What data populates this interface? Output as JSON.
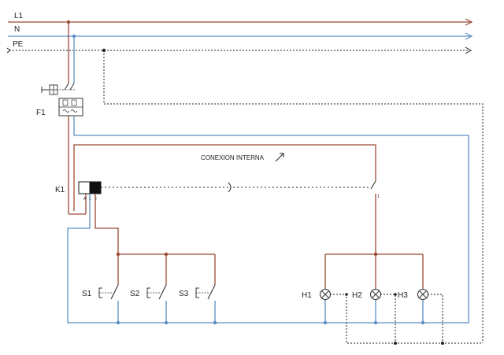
{
  "colors": {
    "phase": "#9b4a35",
    "neutral": "#5b8fc4",
    "earth": "#222222",
    "component": "#333333",
    "coil": "#111111"
  },
  "lines": {
    "l1": "L1",
    "n": "N",
    "pe": "PE"
  },
  "breaker": {
    "label": "F1"
  },
  "relay": {
    "label": "K1",
    "terminal_a": "A",
    "terminal_1": "1",
    "terminal_2": "2",
    "contact_number": "1",
    "note": "CONEXION INTERNA"
  },
  "switches": [
    "S1",
    "S2",
    "S3"
  ],
  "lamps": [
    "H1",
    "H2",
    "H3"
  ]
}
